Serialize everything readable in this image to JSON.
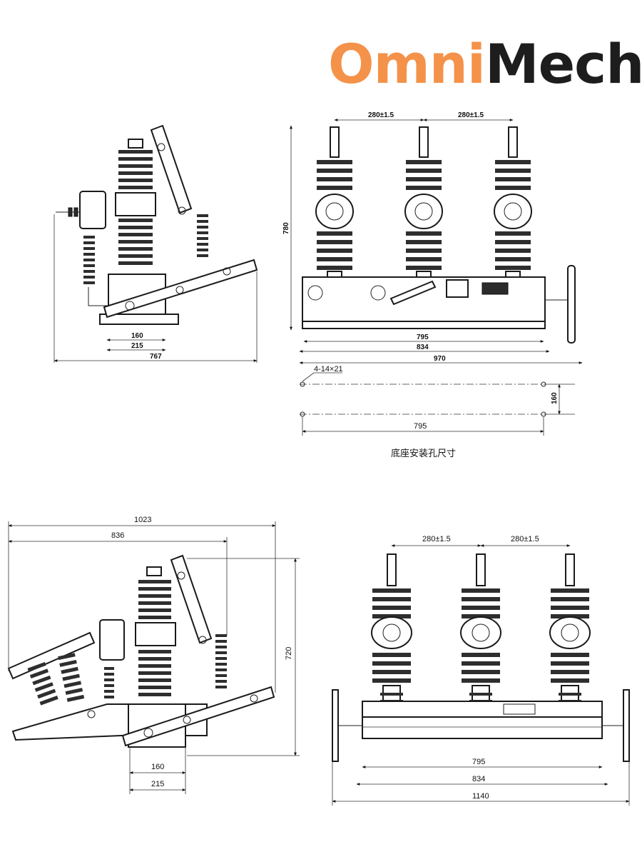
{
  "brand": {
    "part1": "Omni",
    "part2": "Mech",
    "color_orange": "#f4924a",
    "color_dark": "#1d1d1d"
  },
  "views": {
    "side_top": {
      "dim_160": "160",
      "dim_215": "215",
      "dim_total": "767"
    },
    "front_top": {
      "pitch_1": "280±1.5",
      "pitch_2": "280±1.5",
      "height": "780",
      "dim_795": "795",
      "dim_834": "834",
      "dim_970": "970"
    },
    "base_plan": {
      "holes": "4-14×21",
      "depth": "160",
      "width": "795",
      "caption": "底座安装孔尺寸"
    },
    "side_bottom": {
      "dim_1023": "1023",
      "dim_836": "836",
      "dim_720": "720",
      "dim_160": "160",
      "dim_215": "215"
    },
    "front_bottom": {
      "pitch_1": "280±1.5",
      "pitch_2": "280±1.5",
      "dim_795": "795",
      "dim_834": "834",
      "dim_1140": "1140"
    }
  }
}
